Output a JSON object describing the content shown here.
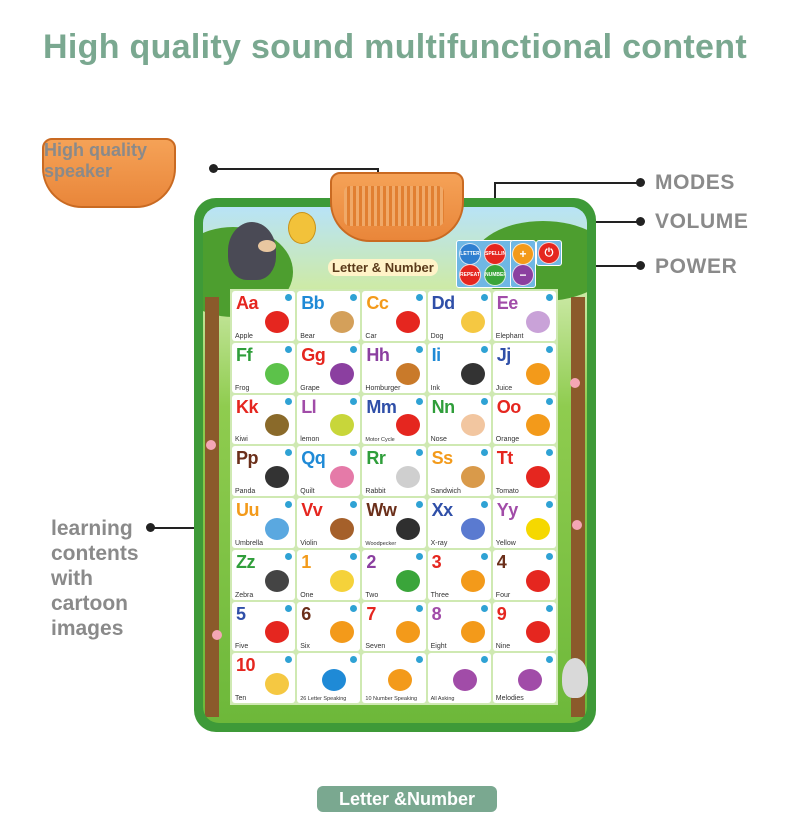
{
  "headline": "High quality sound multifunctional content",
  "callouts": {
    "speaker": "High quality speaker",
    "modes": "MODES",
    "volume": "VOLUME",
    "power": "POWER",
    "learning_lines": [
      "learning",
      "contents",
      "with",
      "cartoon",
      "images"
    ]
  },
  "board": {
    "title": "Letter & Number",
    "controls": {
      "letter": "LETTER",
      "spelling": "SPELLING",
      "repeat": "REPEAT",
      "number": "NUMBER"
    },
    "cells": [
      {
        "big": "Aa",
        "word": "Apple",
        "color": "#e5261f",
        "pic": "apple-icon",
        "pic_color": "#e5261f"
      },
      {
        "big": "Bb",
        "word": "Bear",
        "color": "#1f8ad6",
        "pic": "teddy-bear-icon",
        "pic_color": "#d4a05a"
      },
      {
        "big": "Cc",
        "word": "Car",
        "color": "#f39a1a",
        "pic": "car-icon",
        "pic_color": "#e5261f"
      },
      {
        "big": "Dd",
        "word": "Dog",
        "color": "#2f4fa8",
        "pic": "dog-icon",
        "pic_color": "#f5c842"
      },
      {
        "big": "Ee",
        "word": "Elephant",
        "color": "#a14ca8",
        "pic": "elephant-icon",
        "pic_color": "#c9a2d8"
      },
      {
        "big": "Ff",
        "word": "Frog",
        "color": "#2f9e3a",
        "pic": "frog-icon",
        "pic_color": "#5cc24a"
      },
      {
        "big": "Gg",
        "word": "Grape",
        "color": "#e5261f",
        "pic": "grape-icon",
        "pic_color": "#8b3fa0"
      },
      {
        "big": "Hh",
        "word": "Homburger",
        "color": "#8b3fa0",
        "pic": "hamburger-icon",
        "pic_color": "#c97a2a"
      },
      {
        "big": "Ii",
        "word": "Ink",
        "color": "#1f8ad6",
        "pic": "ink-icon",
        "pic_color": "#333333"
      },
      {
        "big": "Jj",
        "word": "Juice",
        "color": "#2f4fa8",
        "pic": "juice-icon",
        "pic_color": "#f39a1a"
      },
      {
        "big": "Kk",
        "word": "Kiwi",
        "color": "#e5261f",
        "pic": "kiwi-icon",
        "pic_color": "#8a6a2a"
      },
      {
        "big": "Ll",
        "word": "lemon",
        "color": "#a14ca8",
        "pic": "lemon-icon",
        "pic_color": "#c8d63a"
      },
      {
        "big": "Mm",
        "word": "Motor Cycle",
        "color": "#2f4fa8",
        "pic": "motorcycle-icon",
        "pic_color": "#e5261f"
      },
      {
        "big": "Nn",
        "word": "Nose",
        "color": "#2f9e3a",
        "pic": "nose-icon",
        "pic_color": "#f2c6a0"
      },
      {
        "big": "Oo",
        "word": "Orange",
        "color": "#e5261f",
        "pic": "orange-icon",
        "pic_color": "#f39a1a"
      },
      {
        "big": "Pp",
        "word": "Panda",
        "color": "#6b2f1a",
        "pic": "panda-icon",
        "pic_color": "#333333"
      },
      {
        "big": "Qq",
        "word": "Quilt",
        "color": "#1f8ad6",
        "pic": "quilt-icon",
        "pic_color": "#e57aa8"
      },
      {
        "big": "Rr",
        "word": "Rabbit",
        "color": "#2f9e3a",
        "pic": "rabbit-icon",
        "pic_color": "#cfcfcf"
      },
      {
        "big": "Ss",
        "word": "Sandwich",
        "color": "#f39a1a",
        "pic": "sandwich-icon",
        "pic_color": "#d99a4a"
      },
      {
        "big": "Tt",
        "word": "Tomato",
        "color": "#e5261f",
        "pic": "tomato-icon",
        "pic_color": "#e5261f"
      },
      {
        "big": "Uu",
        "word": "Umbrella",
        "color": "#f39a1a",
        "pic": "umbrella-icon",
        "pic_color": "#5aa8e0"
      },
      {
        "big": "Vv",
        "word": "Violin",
        "color": "#e5261f",
        "pic": "violin-icon",
        "pic_color": "#a5602a"
      },
      {
        "big": "Ww",
        "word": "Woodpecker",
        "color": "#6b2f1a",
        "pic": "woodpecker-icon",
        "pic_color": "#2f2f2f"
      },
      {
        "big": "Xx",
        "word": "X-ray",
        "color": "#2f4fa8",
        "pic": "doctor-icon",
        "pic_color": "#5a7ad0"
      },
      {
        "big": "Yy",
        "word": "Yellow",
        "color": "#a14ca8",
        "pic": "yellow-square-icon",
        "pic_color": "#f5d800"
      },
      {
        "big": "Zz",
        "word": "Zebra",
        "color": "#2f9e3a",
        "pic": "zebra-icon",
        "pic_color": "#444444"
      },
      {
        "big": "1",
        "word": "One",
        "color": "#f39a1a",
        "pic": "duck-icon",
        "pic_color": "#f5d23a"
      },
      {
        "big": "2",
        "word": "Two",
        "color": "#8b3fa0",
        "pic": "watermelon-icon",
        "pic_color": "#3aa53a"
      },
      {
        "big": "3",
        "word": "Three",
        "color": "#e5261f",
        "pic": "chicks-icon",
        "pic_color": "#f39a1a"
      },
      {
        "big": "4",
        "word": "Four",
        "color": "#6b2f1a",
        "pic": "houses-icon",
        "pic_color": "#e5261f"
      },
      {
        "big": "5",
        "word": "Five",
        "color": "#2f4fa8",
        "pic": "balloons-icon",
        "pic_color": "#e5261f"
      },
      {
        "big": "6",
        "word": "Six",
        "color": "#6b2f1a",
        "pic": "cars-icon",
        "pic_color": "#f39a1a"
      },
      {
        "big": "7",
        "word": "Seven",
        "color": "#e5261f",
        "pic": "flowers-icon",
        "pic_color": "#f39a1a"
      },
      {
        "big": "8",
        "word": "Eight",
        "color": "#a14ca8",
        "pic": "circles-icon",
        "pic_color": "#f39a1a"
      },
      {
        "big": "9",
        "word": "Nine",
        "color": "#e5261f",
        "pic": "hearts-icon",
        "pic_color": "#e5261f"
      },
      {
        "big": "10",
        "word": "Ten",
        "color": "#e5261f",
        "pic": "pencils-icon",
        "pic_color": "#f5c842"
      },
      {
        "big": "",
        "word": "26 Letter Speaking",
        "color": "#2f9e3a",
        "pic": "abc-icon",
        "pic_color": "#1f8ad6"
      },
      {
        "big": "",
        "word": "10 Number Speaking",
        "color": "#2f9e3a",
        "pic": "lion-numbers-icon",
        "pic_color": "#f39a1a"
      },
      {
        "big": "",
        "word": "All Asking",
        "color": "#2f9e3a",
        "pic": "question-icon",
        "pic_color": "#a14ca8"
      },
      {
        "big": "",
        "word": "Melodies",
        "color": "#2f9e3a",
        "pic": "music-notes-icon",
        "pic_color": "#a14ca8"
      }
    ]
  },
  "footer_label": "Letter &Number",
  "colors": {
    "headline": "#7aa890",
    "callout_text": "#8a8a8a",
    "board_frame": "#3e9a38"
  }
}
